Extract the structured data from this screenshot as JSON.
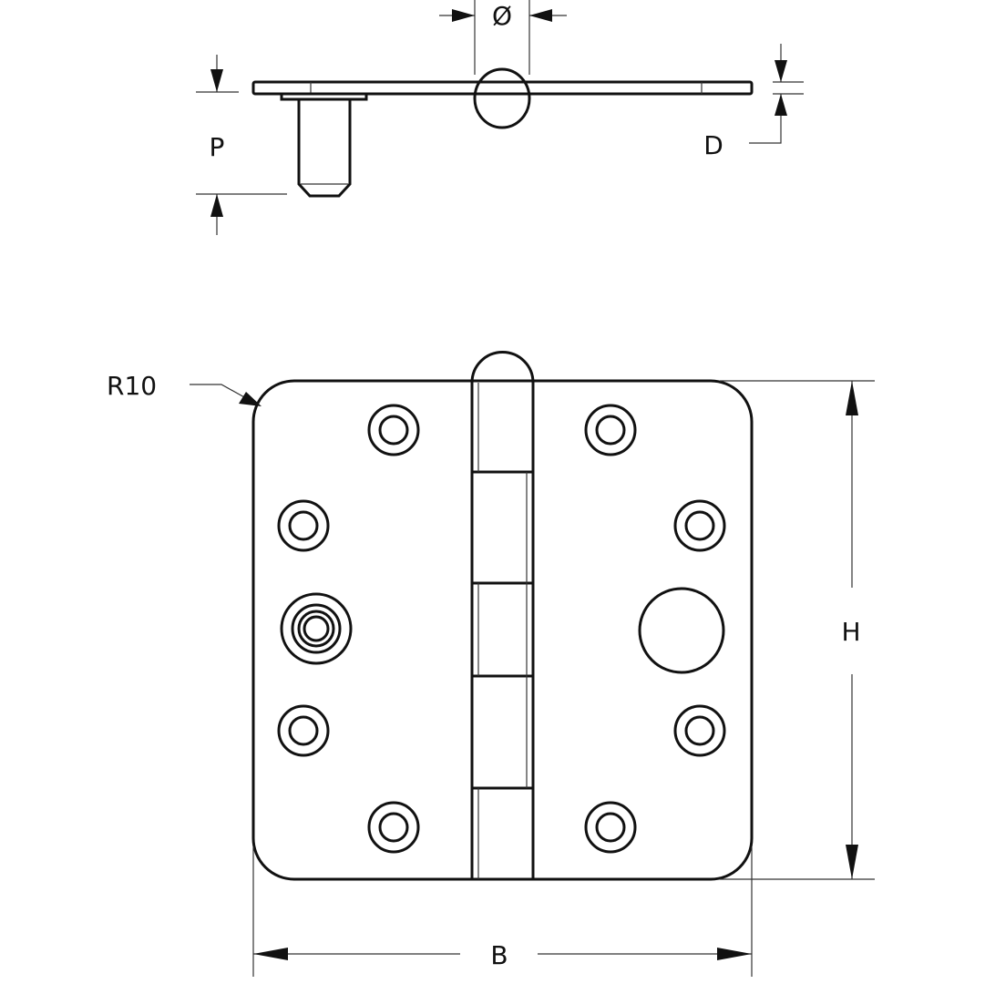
{
  "labels": {
    "diameter": "Ø",
    "pin_projection": "P",
    "thickness": "D",
    "radius": "R10",
    "height": "H",
    "width": "B"
  }
}
